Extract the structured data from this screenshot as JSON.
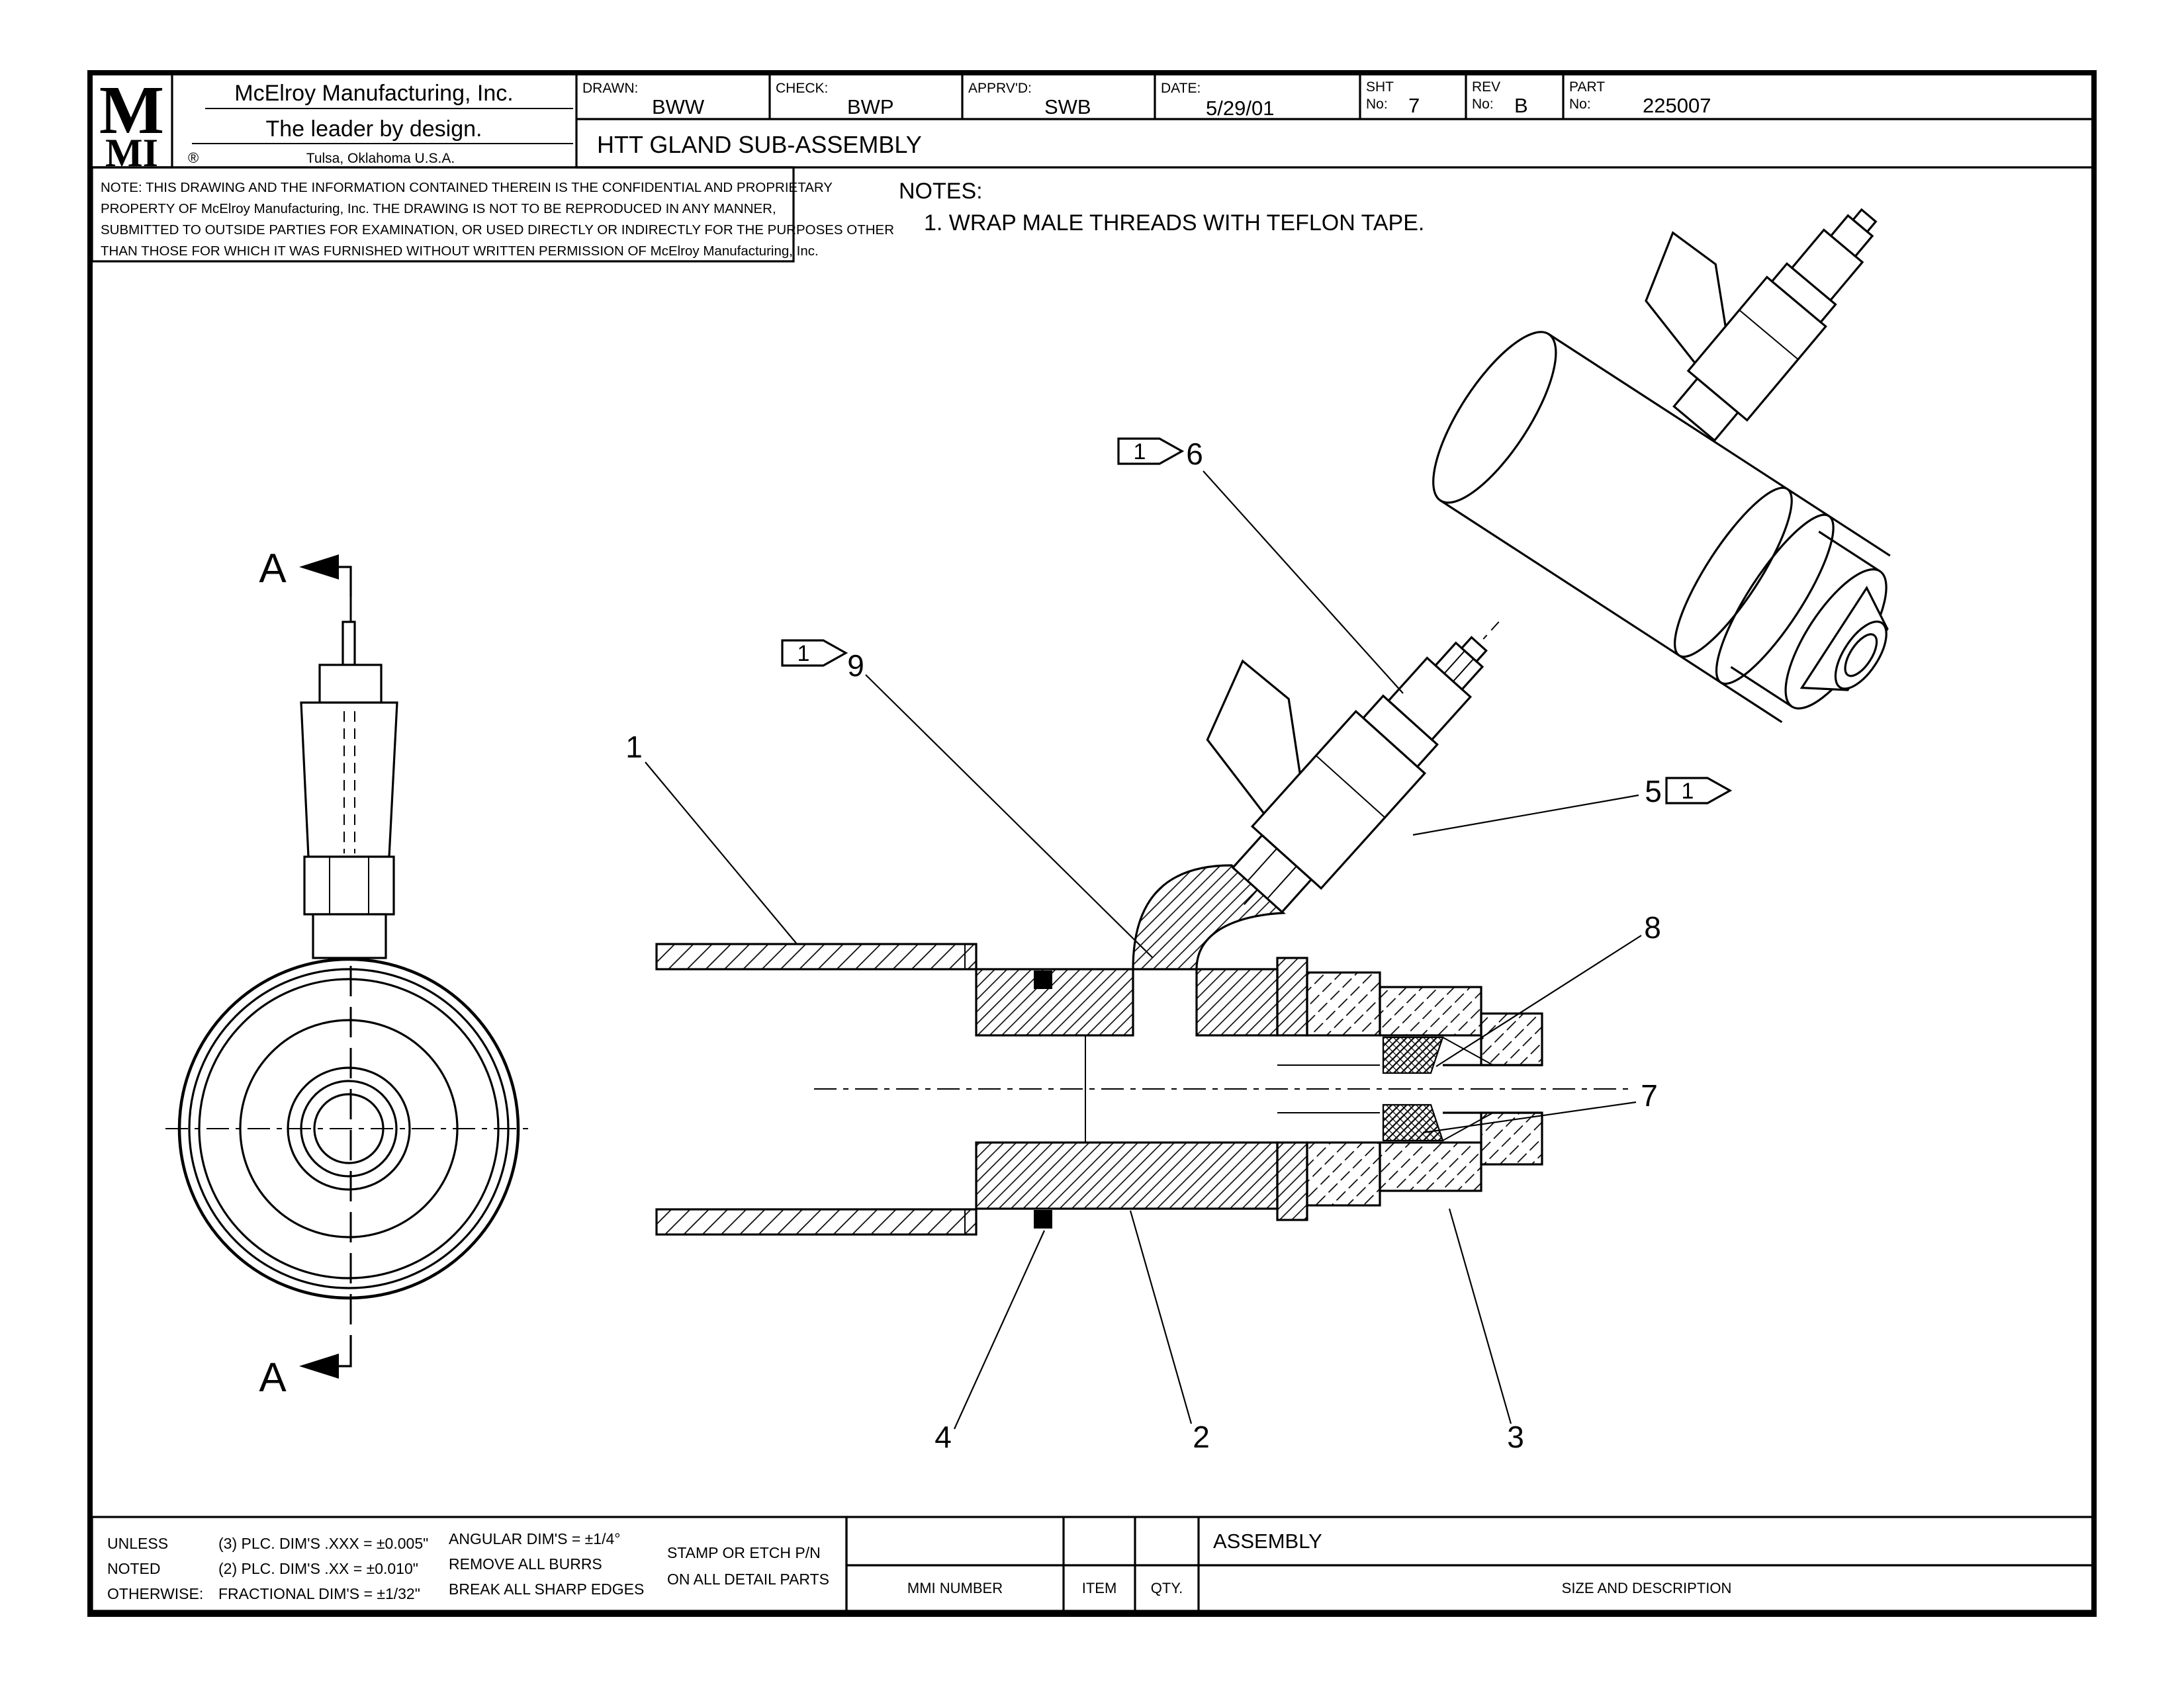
{
  "title_block": {
    "logo_top": "M",
    "logo_bottom": "MI",
    "company": "McElroy Manufacturing, Inc.",
    "tagline": "The leader by design.",
    "registered_mark": "®",
    "location": "Tulsa, Oklahoma U.S.A.",
    "drawn_label": "DRAWN:",
    "drawn_value": "BWW",
    "check_label": "CHECK:",
    "check_value": "BWP",
    "apprvd_label": "APPRV'D:",
    "apprvd_value": "SWB",
    "date_label": "DATE:",
    "date_value": "5/29/01",
    "sht_label": "SHT",
    "sht_no_label": "No:",
    "sht_value": "7",
    "rev_label": "REV",
    "rev_no_label": "No:",
    "rev_value": "B",
    "part_label": "PART",
    "part_no_label": "No:",
    "part_value": "225007",
    "drawing_title": "HTT GLAND SUB-ASSEMBLY"
  },
  "confidential_note": {
    "line1": "NOTE: THIS DRAWING AND THE INFORMATION CONTAINED THEREIN IS THE CONFIDENTIAL AND PROPRIETARY",
    "line2": "PROPERTY OF McElroy Manufacturing, Inc. THE DRAWING IS NOT TO BE REPRODUCED IN ANY MANNER,",
    "line3": "SUBMITTED TO OUTSIDE PARTIES FOR EXAMINATION, OR USED DIRECTLY OR INDIRECTLY FOR THE PURPOSES OTHER",
    "line4": "THAN THOSE FOR WHICH IT WAS FURNISHED WITHOUT WRITTEN PERMISSION OF McElroy Manufacturing, Inc."
  },
  "notes": {
    "heading": "NOTES:",
    "item1": "1. WRAP MALE THREADS WITH TEFLON TAPE."
  },
  "section": {
    "label": "A"
  },
  "callouts": {
    "n1": "1",
    "n2": "2",
    "n3": "3",
    "n4": "4",
    "n5": "5",
    "n6": "6",
    "n7": "7",
    "n8": "8",
    "n9": "9",
    "flag": "1"
  },
  "tolerance_block": {
    "col1_line1": "UNLESS",
    "col1_line2": "NOTED",
    "col1_line3": "OTHERWISE:",
    "col2_line1": "(3) PLC. DIM'S .XXX = ±0.005\"",
    "col2_line2": "(2) PLC. DIM'S .XX = ±0.010\"",
    "col2_line3": "FRACTIONAL DIM'S = ±1/32\"",
    "col3_line1": "ANGULAR DIM'S = ±1/4°",
    "col3_line2": "REMOVE ALL BURRS",
    "col3_line3": "BREAK ALL SHARP EDGES",
    "col4_line1": "STAMP OR ETCH P/N",
    "col4_line2": "ON ALL DETAIL PARTS"
  },
  "parts_table": {
    "assembly": "ASSEMBLY",
    "mmi_number": "MMI NUMBER",
    "item": "ITEM",
    "qty": "QTY.",
    "size_desc": "SIZE AND DESCRIPTION"
  },
  "colors": {
    "ink": "#000000",
    "paper": "#ffffff"
  }
}
